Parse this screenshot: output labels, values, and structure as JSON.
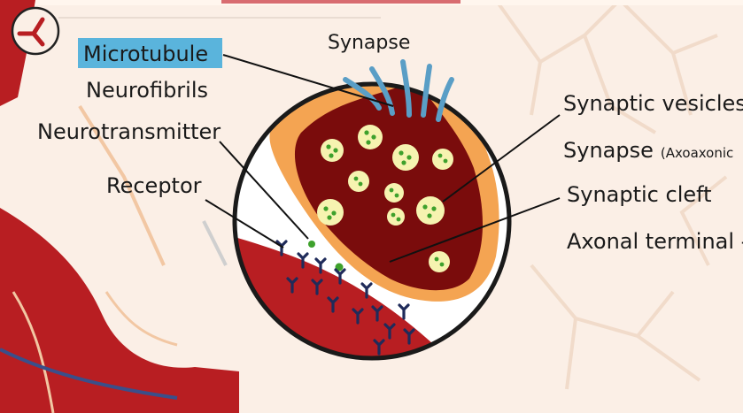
{
  "labels": {
    "synapse_title": "Synapse",
    "microtubule": "Microtubule",
    "neurofibrils": "Neurofibrils",
    "neurotransmitter": "Neurotransmitter",
    "receptor": "Receptor",
    "synaptic_vesicles": "Synaptic vesicles",
    "synapse_type_main": "Synapse",
    "synapse_type_sub": "(Axoaxonic",
    "synaptic_cleft": "Synaptic cleft",
    "axonal_terminal": "Axonal terminal -"
  },
  "colors": {
    "background": "#fbefe6",
    "neuron_red": "#b81e22",
    "terminal_orange": "#f4a452",
    "terminal_maroon": "#7a0c0c",
    "microtubule_blue": "#5a9ec6",
    "vesicle_fill": "#f6f3b0",
    "transmitter_green": "#3ea12c",
    "receptor_navy": "#1f2b5a",
    "highlight_box": "#5ab4dc"
  }
}
